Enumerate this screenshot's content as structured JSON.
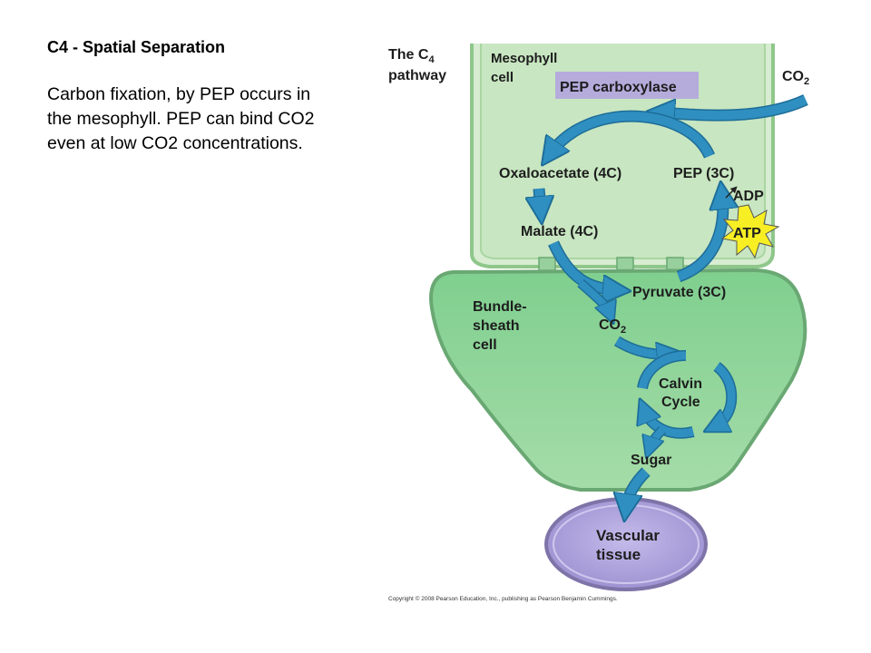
{
  "slide": {
    "title": "C4 - Spatial Separation",
    "body_lines": [
      "Carbon fixation, by PEP occurs in",
      "the mesophyll. PEP can bind CO2",
      "even at low CO2 concentrations."
    ]
  },
  "diagram": {
    "heading_line1_prefix": "The C",
    "heading_line1_subscript": "4",
    "heading_line2": "pathway",
    "mesophyll_label_line1": "Mesophyll",
    "mesophyll_label_line2": "cell",
    "enzyme_label": "PEP carboxylase",
    "co2_in_main": "CO",
    "co2_in_sub": "2",
    "oxaloacetate": "Oxaloacetate (4C)",
    "pep": "PEP (3C)",
    "adp": "ADP",
    "atp": "ATP",
    "malate": "Malate (4C)",
    "pyruvate": "Pyruvate (3C)",
    "bundle_label_line1": "Bundle-",
    "bundle_label_line2": "sheath",
    "bundle_label_line3": "cell",
    "co2_released_main": "CO",
    "co2_released_sub": "2",
    "calvin_line1": "Calvin",
    "calvin_line2": "Cycle",
    "sugar": "Sugar",
    "vascular_line1": "Vascular",
    "vascular_line2": "tissue",
    "copyright": "Copyright © 2008 Pearson Education, Inc., publishing as Pearson Benjamin Cummings."
  },
  "colors": {
    "mesophyll_fill": "#c8e6c1",
    "mesophyll_stroke": "#8fc78b",
    "bundle_fill": "#8fd29a",
    "bundle_stroke": "#6aa873",
    "vascular_fill": "#b3a8dd",
    "vascular_stroke": "#7f74a8",
    "enzyme_box": "#b5acdc",
    "arrow": "#2f8fc0",
    "arrow_dark": "#1d6d98",
    "atp_burst": "#f7ef24"
  }
}
